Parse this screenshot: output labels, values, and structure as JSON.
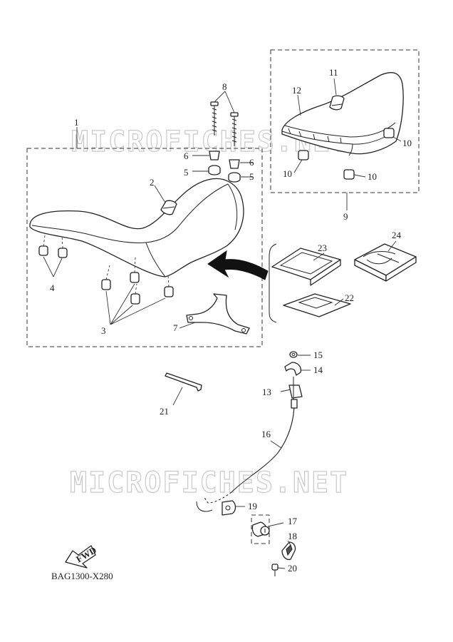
{
  "watermark": "MICROFICHES.NET",
  "diagram_code": "BAG1300-X280",
  "fwd_label": "FWD",
  "callouts": [
    "1",
    "2",
    "3",
    "4",
    "5",
    "6",
    "7",
    "8",
    "9",
    "10",
    "11",
    "12",
    "13",
    "14",
    "15",
    "16",
    "17",
    "18",
    "19",
    "20",
    "21",
    "22",
    "23",
    "24"
  ]
}
